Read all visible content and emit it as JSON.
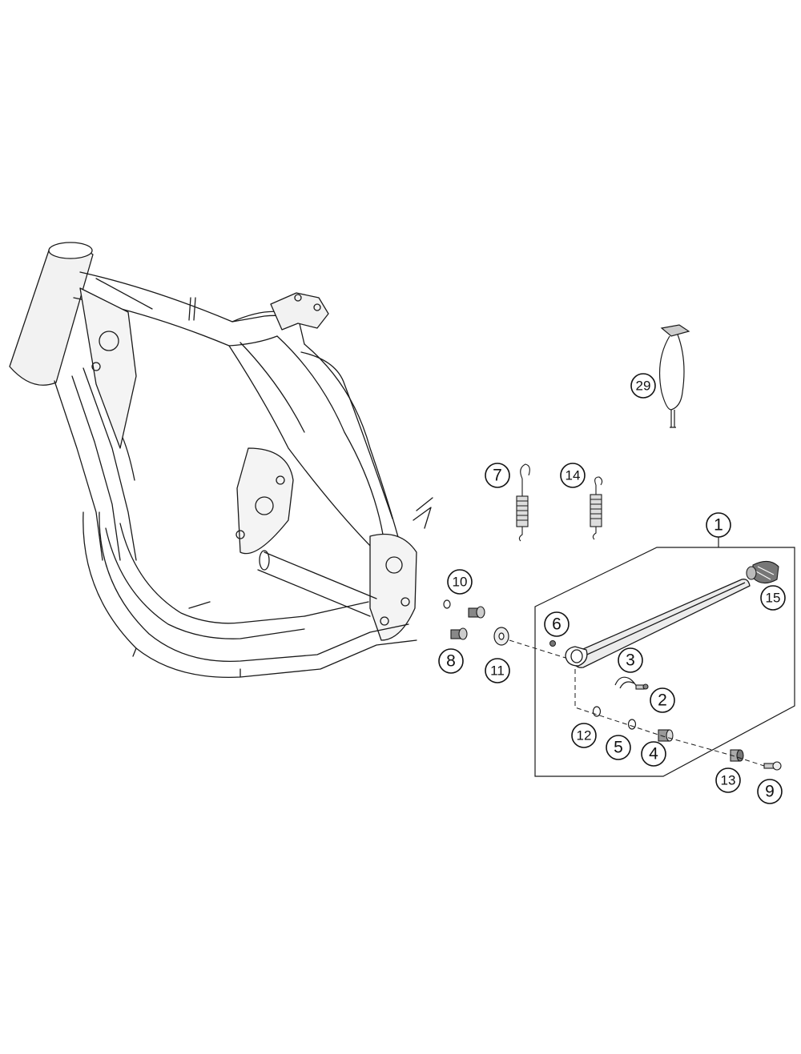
{
  "diagram": {
    "callouts": [
      {
        "id": "c1",
        "label": "1"
      },
      {
        "id": "c2",
        "label": "2"
      },
      {
        "id": "c3",
        "label": "3"
      },
      {
        "id": "c4",
        "label": "4"
      },
      {
        "id": "c5",
        "label": "5"
      },
      {
        "id": "c6",
        "label": "6"
      },
      {
        "id": "c7",
        "label": "7"
      },
      {
        "id": "c8",
        "label": "8"
      },
      {
        "id": "c9",
        "label": "9"
      },
      {
        "id": "c10",
        "label": "10"
      },
      {
        "id": "c11",
        "label": "11"
      },
      {
        "id": "c12",
        "label": "12"
      },
      {
        "id": "c13",
        "label": "13"
      },
      {
        "id": "c14",
        "label": "14"
      },
      {
        "id": "c15",
        "label": "15"
      },
      {
        "id": "c29",
        "label": "29"
      }
    ],
    "colors": {
      "line": "#1a1a1a",
      "shade": "#e6e6e6",
      "part_dark": "#555555"
    }
  }
}
